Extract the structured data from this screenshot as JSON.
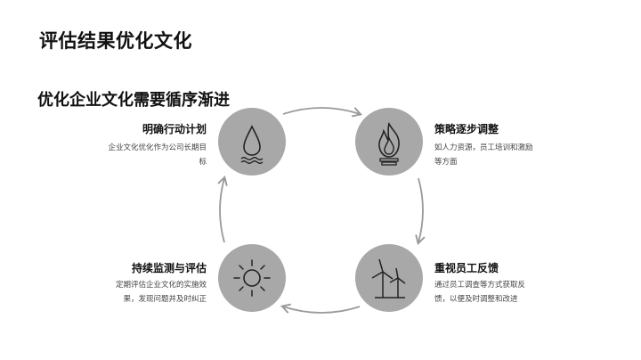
{
  "header": {
    "title": "评估结果优化文化",
    "subtitle": "优化企业文化需要循序渐进"
  },
  "steps": [
    {
      "title": "明确行动计划",
      "desc": "企业文化优化作为公司长期目标",
      "icon": "water-drop-icon"
    },
    {
      "title": "策略逐步调整",
      "desc": "如人力资源，员工培训和激励等方面",
      "icon": "flame-icon"
    },
    {
      "title": "重视员工反馈",
      "desc": "通过员工调查等方式获取反馈，以便及时调整和改进",
      "icon": "wind-turbine-icon"
    },
    {
      "title": "持续监测与评估",
      "desc": "定期评估企业文化的实施效果，发现问题并及时纠正",
      "icon": "sun-icon"
    }
  ],
  "colors": {
    "node_fill": "#a8a8a8",
    "arrow": "#999999",
    "text": "#111111"
  }
}
